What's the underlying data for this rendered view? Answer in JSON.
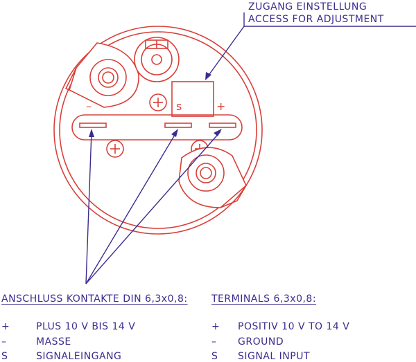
{
  "access_label": {
    "de": "ZUGANG EINSTELLUNG",
    "en": "ACCESS FOR ADJUSTMENT"
  },
  "housing_marks": {
    "minus": "–",
    "s": "s",
    "plus": "+"
  },
  "left_legend": {
    "heading": "ANSCHLUSS KONTAKTE DIN 6,3x0,8:",
    "rows": [
      {
        "symbol": "+",
        "text": "PLUS 10 V BIS 14 V"
      },
      {
        "symbol": "–",
        "text": "MASSE"
      },
      {
        "symbol": "S",
        "text": "SIGNALEINGANG"
      }
    ]
  },
  "right_legend": {
    "heading": "TERMINALS 6,3x0,8:",
    "rows": [
      {
        "symbol": "+",
        "text": "POSITIV 10 V TO 14 V"
      },
      {
        "symbol": "–",
        "text": "GROUND"
      },
      {
        "symbol": "S",
        "text": "SIGNAL INPUT"
      }
    ]
  }
}
